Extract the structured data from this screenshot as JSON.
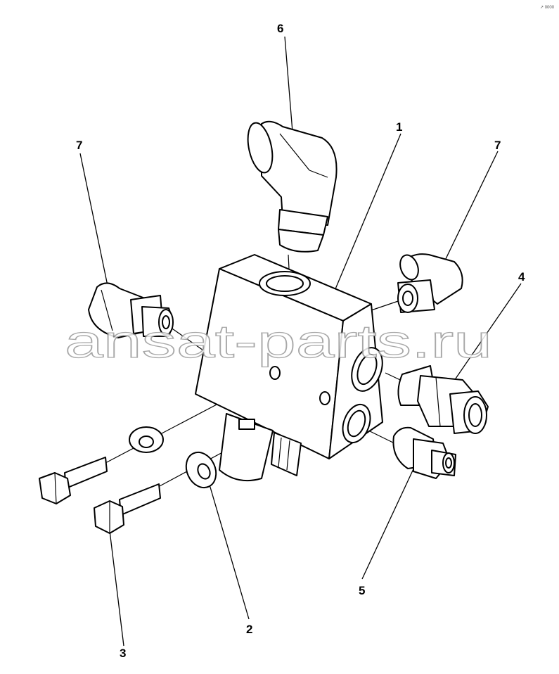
{
  "diagram": {
    "callouts": [
      "1",
      "2",
      "3",
      "4",
      "5",
      "6",
      "7",
      "7"
    ],
    "watermark": "ansat-parts.ru",
    "corner_mark": "↗ 0000"
  }
}
